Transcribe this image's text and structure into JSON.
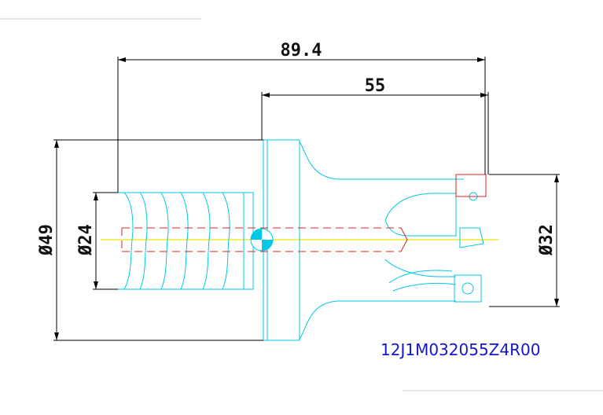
{
  "drawing": {
    "dimensions": {
      "overall_length": "89.4",
      "head_length": "55",
      "flange_diameter": "Ø49",
      "shank_diameter": "Ø24",
      "cutter_diameter": "Ø32"
    },
    "part_number": "12J1M032055Z4R00",
    "colors": {
      "dimension": "#000000",
      "outline": "#00c8e6",
      "hidden": "#e02020",
      "centerline": "#e8e800",
      "part_number": "#1515d0"
    }
  }
}
